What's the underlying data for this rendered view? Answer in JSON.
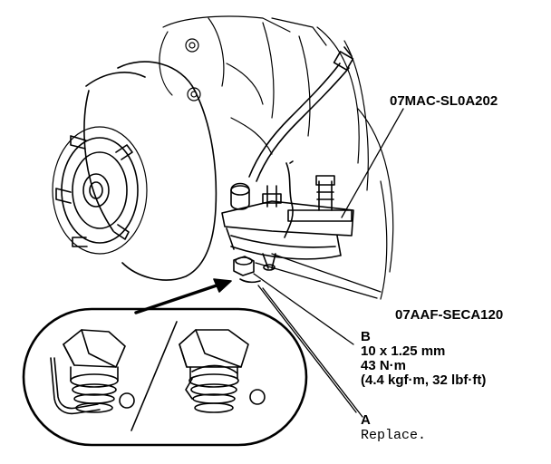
{
  "labels": {
    "tool_upper": "07MAC-SL0A202",
    "tool_lower": "07AAF-SECA120",
    "part_b": {
      "letter": "B",
      "size": "10 x 1.25 mm",
      "torque_nm": "43 N·m",
      "torque_alt": "(4.4 kgf·m, 32 lbf·ft)"
    },
    "part_a": {
      "letter": "A",
      "note": "Replace."
    }
  }
}
